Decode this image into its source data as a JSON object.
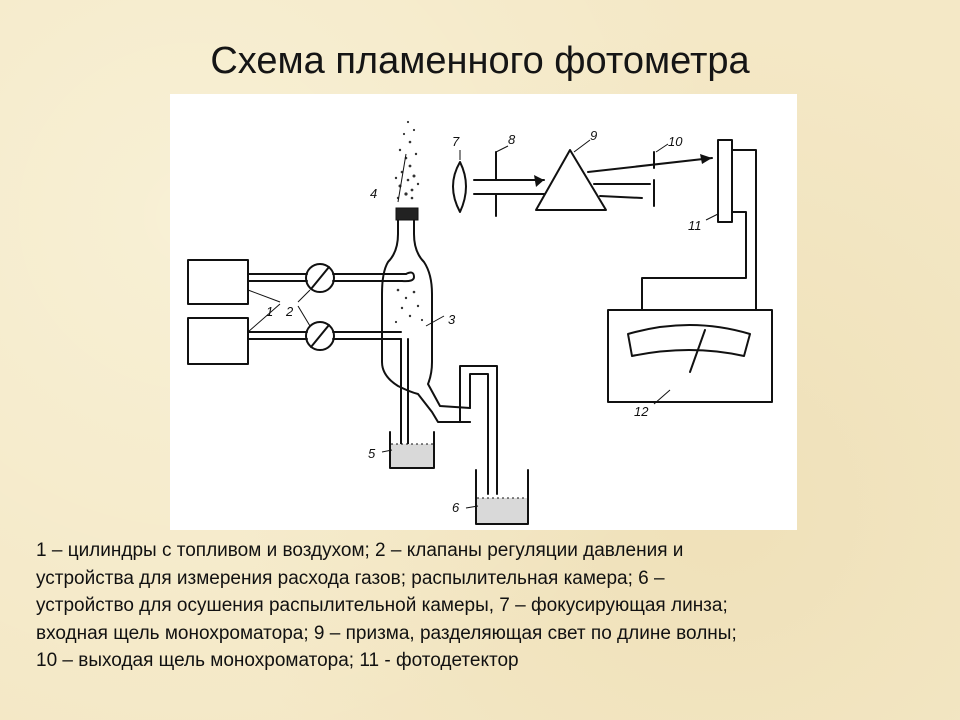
{
  "title": "Схема пламенного фотометра",
  "figure": {
    "labels": {
      "n1": "1",
      "n2": "2",
      "n3": "3",
      "n4": "4",
      "n5": "5",
      "n6": "6",
      "n7": "7",
      "n8": "8",
      "n9": "9",
      "n10": "10",
      "n11": "11",
      "n12": "12"
    }
  },
  "caption": {
    "lines": [
      "1 – цилиндры с топливом и воздухом; 2 – клапаны регуляции давления и",
      "устройства для измерения расхода газов; распылительная камера;  6 –",
      "устройство для осушения распылительной камеры, 7 – фокусирующая линза;",
      "входная щель монохроматора; 9 – призма, разделяющая свет по длине волны;",
      "10 – выходая щель  монохроматора; 11 - фотодетектор"
    ]
  }
}
